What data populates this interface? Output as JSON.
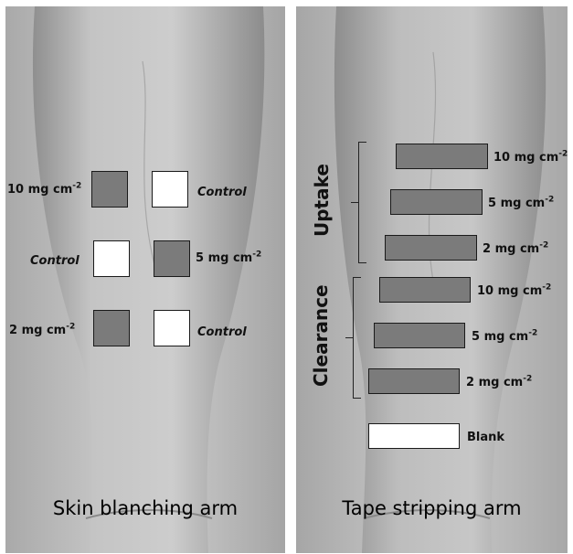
{
  "left_panel": {
    "caption": "Skin blanching arm",
    "labels": {
      "r1_left": "10 mg cm",
      "r1_right": "Control",
      "r2_left": "Control",
      "r2_right": "5 mg cm",
      "r3_left": "2 mg cm",
      "r3_right": "Control",
      "exp": "-2"
    },
    "colors": {
      "dose_square": "#7b7b7b",
      "control_square": "#ffffff"
    }
  },
  "right_panel": {
    "caption": "Tape stripping arm",
    "uptake_label": "Uptake",
    "clearance_label": "Clearance",
    "bars": [
      {
        "label": "10 mg cm",
        "exp": "-2",
        "group": "Uptake"
      },
      {
        "label": "5 mg cm",
        "exp": "-2",
        "group": "Uptake"
      },
      {
        "label": "2 mg cm",
        "exp": "-2",
        "group": "Uptake"
      },
      {
        "label": "10 mg cm",
        "exp": "-2",
        "group": "Clearance"
      },
      {
        "label": "5 mg cm",
        "exp": "-2",
        "group": "Clearance"
      },
      {
        "label": "2 mg cm",
        "exp": "-2",
        "group": "Clearance"
      },
      {
        "label": "Blank",
        "exp": "",
        "group": ""
      }
    ],
    "colors": {
      "dose_bar": "#7b7b7b",
      "blank_bar": "#ffffff"
    }
  }
}
